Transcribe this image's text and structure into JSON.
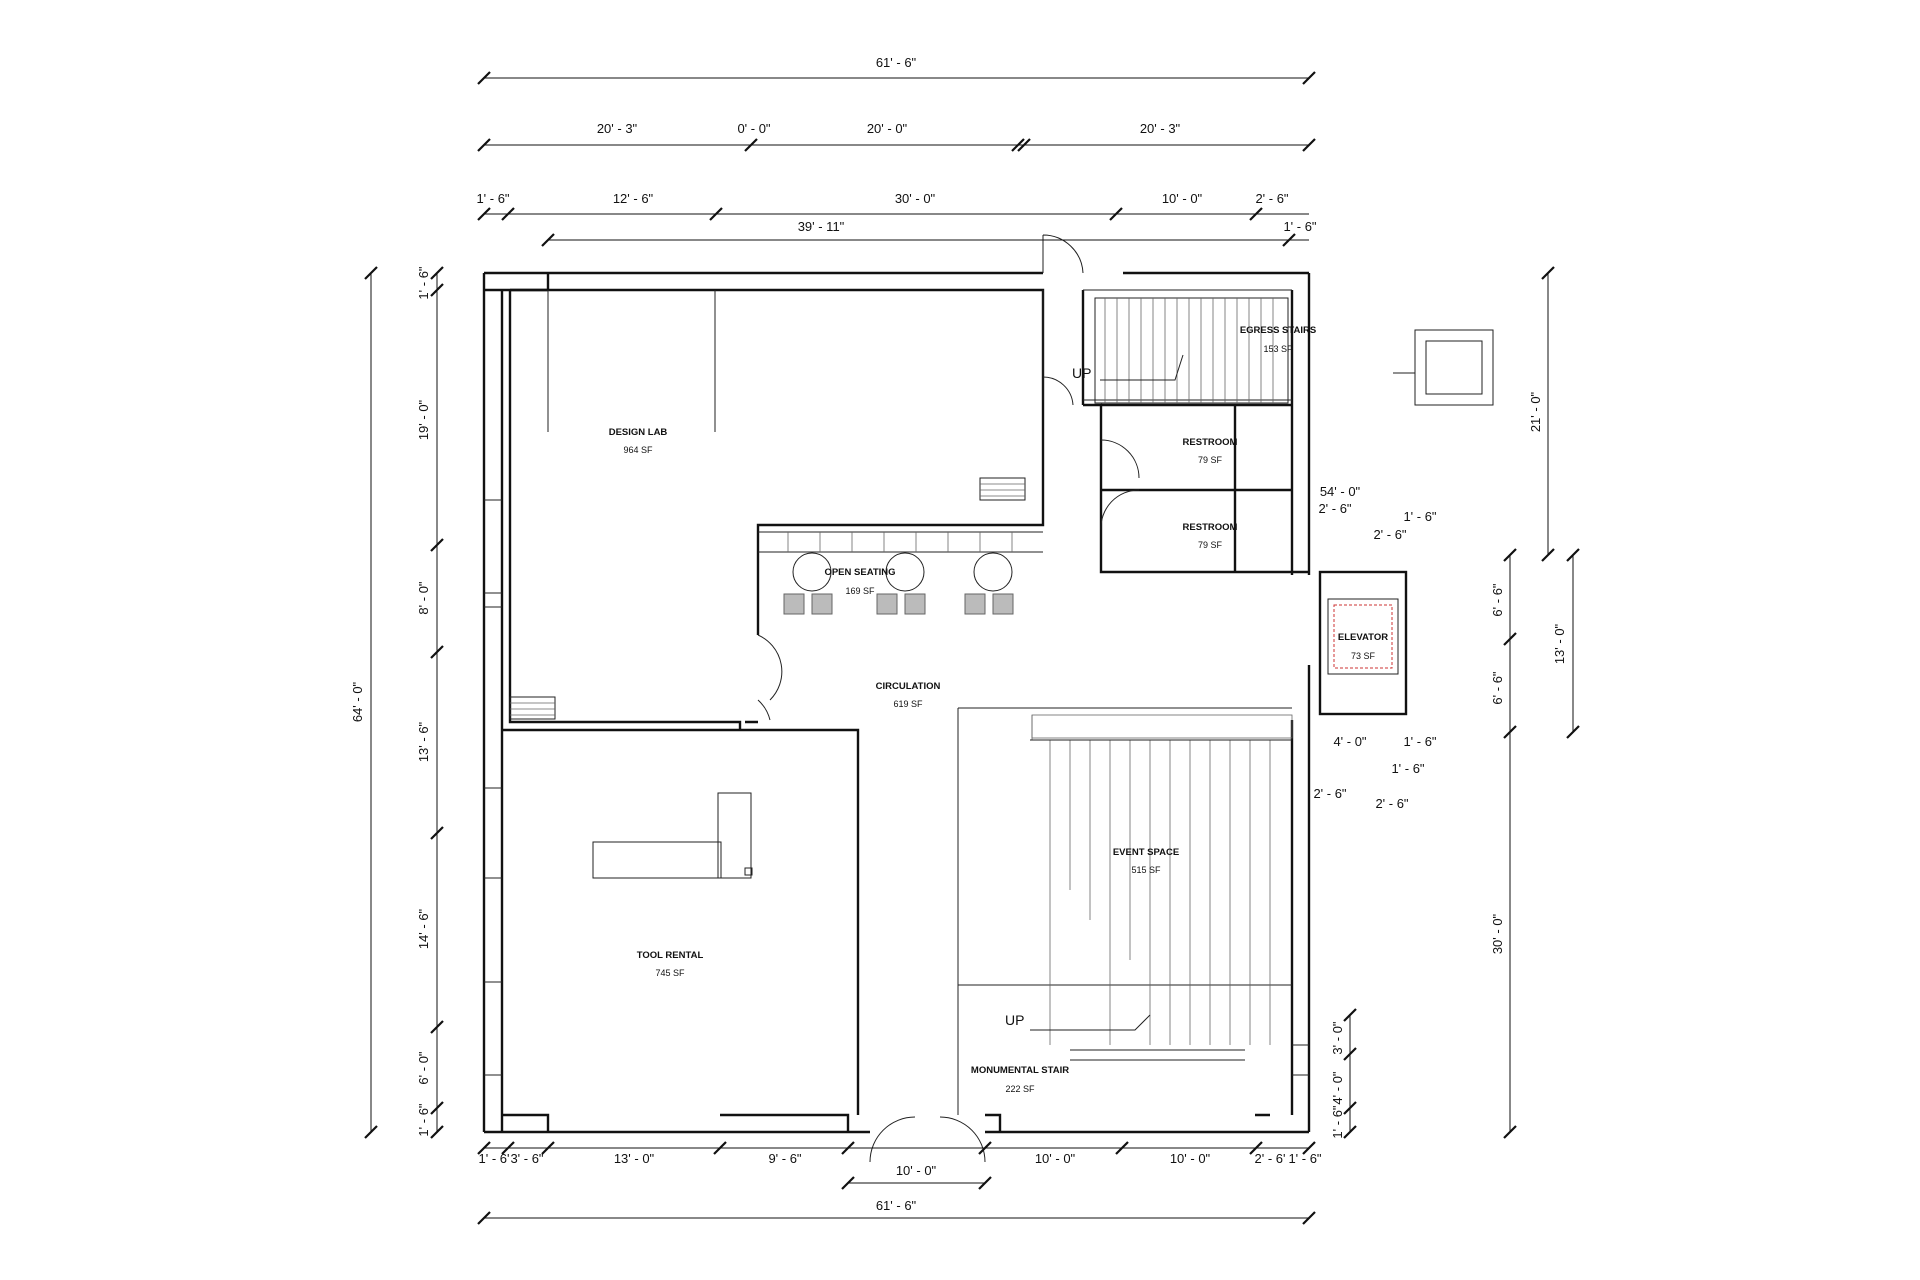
{
  "rooms": {
    "design_lab": {
      "label": "DESIGN LAB",
      "area": "964 SF"
    },
    "open_seating": {
      "label": "OPEN SEATING",
      "area": "169 SF"
    },
    "circulation": {
      "label": "CIRCULATION",
      "area": "619 SF"
    },
    "tool_rental": {
      "label": "TOOL RENTAL",
      "area": "745 SF"
    },
    "event_space": {
      "label": "EVENT SPACE",
      "area": "515 SF"
    },
    "monumental_stair": {
      "label": "MONUMENTAL STAIR",
      "area": "222 SF"
    },
    "egress_stairs": {
      "label": "EGRESS STAIRS",
      "area": "153 SF"
    },
    "restroom_1": {
      "label": "RESTROOM",
      "area": "79 SF"
    },
    "restroom_2": {
      "label": "RESTROOM",
      "area": "79 SF"
    },
    "elevator": {
      "label": "ELEVATOR",
      "area": "73 SF"
    }
  },
  "markers": {
    "up_egress": "UP",
    "up_monumental": "UP"
  },
  "dimensions": {
    "top_overall": "61' - 6\"",
    "top_row2": [
      "20' - 3\"",
      "0' - 0\"",
      "20' - 0\"",
      "20' - 3\""
    ],
    "top_row3": [
      "1' - 6\"",
      "12' - 6\"",
      "30' - 0\"",
      "10' - 0\"",
      "2' - 6\""
    ],
    "top_row4": [
      "39' - 11\"",
      "1' - 6\""
    ],
    "bottom_row1": [
      "1' - 6'",
      "3' - 6\"",
      "13' - 0\"",
      "9' - 6\"",
      "10' - 0\"",
      "10' - 0\"",
      "2' - 6'",
      "1' - 6\""
    ],
    "bottom_door": "10' - 0\"",
    "bottom_overall": "61' - 6\"",
    "left_overall": "64' - 0\"",
    "left_segments": [
      "1' - 6\"",
      "19' - 0\"",
      "8' - 0\"",
      "13' - 6\"",
      "14' - 6\"",
      "6' - 0\"",
      "1' - 6\""
    ],
    "right_upper": "21' - 0\"",
    "right_lower": "30' - 0\"",
    "right_elevator": "13' - 0\"",
    "right_elevator_parts": [
      "6' - 6\"",
      "6' - 6\""
    ],
    "elevator_top": [
      "54' - 0\"",
      "2' - 6\"",
      "1' - 6\"",
      "2' - 6\""
    ],
    "elevator_bottom": [
      "4' - 0\"",
      "1' - 6\"",
      "1' - 6\"",
      "2' - 6\"",
      "2' - 6\""
    ],
    "right_stair": [
      "3' - 0\"",
      "4' - 0\"",
      "1' - 6\""
    ]
  }
}
